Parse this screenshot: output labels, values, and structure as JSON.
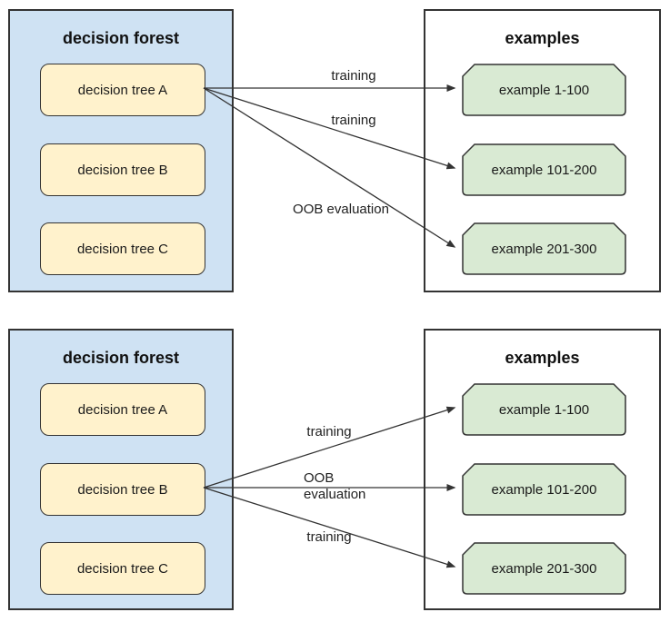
{
  "colors": {
    "forest_fill": "#cfe2f3",
    "tree_fill": "#fff2cc",
    "example_fill": "#d9ead3",
    "border": "#333333",
    "arrow": "#333333"
  },
  "diagrams": [
    {
      "forest": {
        "title": "decision forest",
        "trees": [
          "decision tree A",
          "decision tree B",
          "decision tree C"
        ]
      },
      "examples": {
        "title": "examples",
        "items": [
          "example 1-100",
          "example 101-200",
          "example 201-300"
        ]
      },
      "source": "decision tree A",
      "arrows": [
        {
          "label": "training",
          "from": "decision tree A",
          "to": "example 1-100"
        },
        {
          "label": "training",
          "from": "decision tree A",
          "to": "example 101-200"
        },
        {
          "label": "OOB evaluation",
          "from": "decision tree A",
          "to": "example 201-300"
        }
      ]
    },
    {
      "forest": {
        "title": "decision forest",
        "trees": [
          "decision tree A",
          "decision tree B",
          "decision tree C"
        ]
      },
      "examples": {
        "title": "examples",
        "items": [
          "example 1-100",
          "example 101-200",
          "example 201-300"
        ]
      },
      "source": "decision tree B",
      "arrows": [
        {
          "label": "training",
          "from": "decision tree B",
          "to": "example 1-100"
        },
        {
          "label": "OOB\nevaluation",
          "from": "decision tree B",
          "to": "example 101-200"
        },
        {
          "label": "training",
          "from": "decision tree B",
          "to": "example 201-300"
        }
      ]
    }
  ]
}
